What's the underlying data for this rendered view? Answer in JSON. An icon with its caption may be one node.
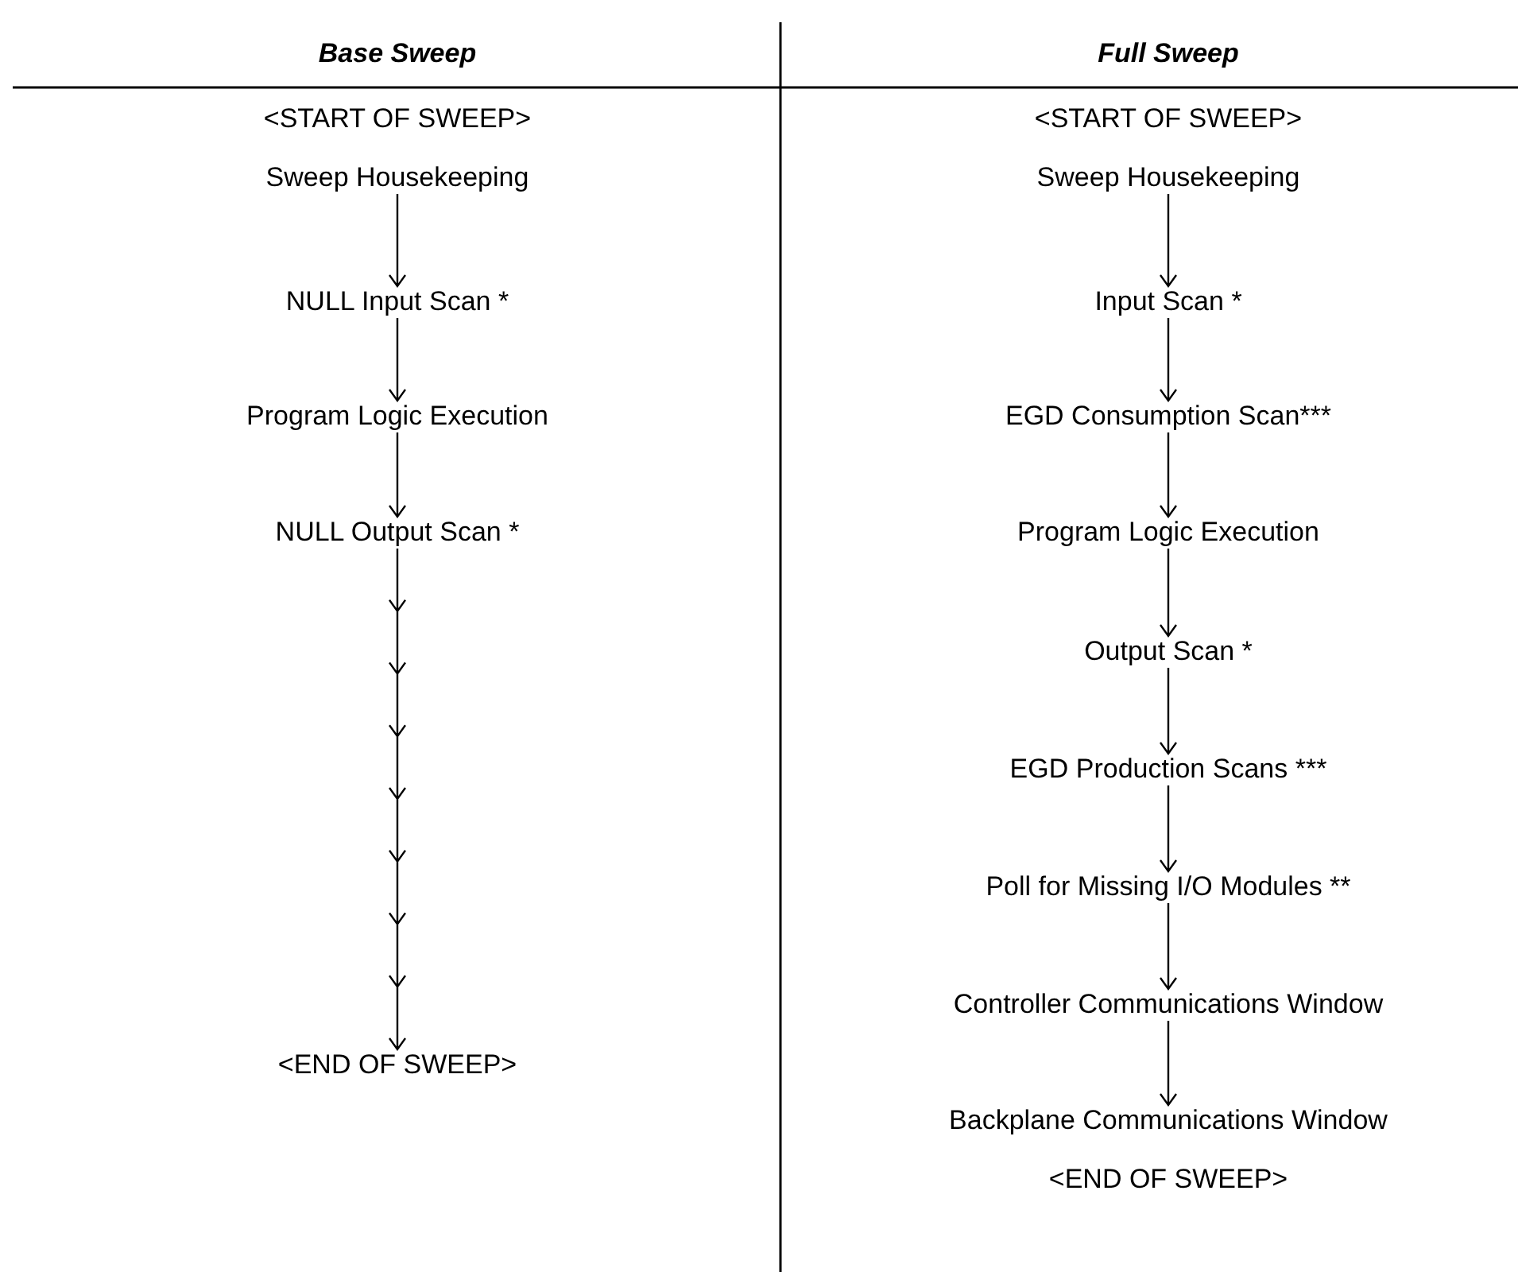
{
  "diagram": {
    "nodes": [
      {
        "text": [
          "<START OF SWEEP>"
        ]
      },
      {
        "text": [
          "Sweep Housekeeping"
        ]
      },
      {
        "text": [
          "NULL Input Scan *"
        ]
      },
      {
        "text": [
          "Program Logic Execution"
        ]
      },
      {
        "text": [
          "NULL Output Scan *"
        ]
      },
      {
        "text": [
          "<END OF SWEEP>"
        ]
      },
      {
        "text": [
          "<START OF SWEEP>"
        ]
      },
      {
        "text": [
          "Sweep Housekeeping"
        ]
      },
      {
        "text": [
          "Input Scan *"
        ]
      },
      {
        "text": [
          "EGD Consumption Scan***"
        ]
      },
      {
        "text": [
          "Program Logic Execution"
        ]
      },
      {
        "text": [
          "Output Scan *"
        ]
      },
      {
        "text": [
          "EGD Production Scans ***"
        ]
      },
      {
        "text": [
          "Poll for Missing I/O Modules **"
        ]
      },
      {
        "text": [
          "Controller Communications Window"
        ]
      },
      {
        "text": [
          "Backplane Communications Window"
        ]
      },
      {
        "text": [
          "<END OF SWEEP>"
        ]
      }
    ],
    "edges": [
      {
        "from": 1,
        "to": 2,
        "arrow": "to"
      },
      {
        "from": 2,
        "to": 3,
        "arrow": "to"
      },
      {
        "from": 3,
        "to": 4,
        "arrow": "to"
      },
      {
        "from": 4,
        "to": 5,
        "arrow": "to"
      },
      {
        "from": 7,
        "to": 8,
        "arrow": "to"
      },
      {
        "from": 8,
        "to": 9,
        "arrow": "to"
      },
      {
        "from": 9,
        "to": 10,
        "arrow": "to"
      },
      {
        "from": 10,
        "to": 11,
        "arrow": "to"
      },
      {
        "from": 11,
        "to": 12,
        "arrow": "to"
      },
      {
        "from": 12,
        "to": 13,
        "arrow": "to"
      },
      {
        "from": 13,
        "to": 14,
        "arrow": "to"
      },
      {
        "from": 14,
        "to": 15,
        "arrow": "to"
      }
    ],
    "labels": [
      "Base Sweep",
      "Full Sweep"
    ]
  }
}
